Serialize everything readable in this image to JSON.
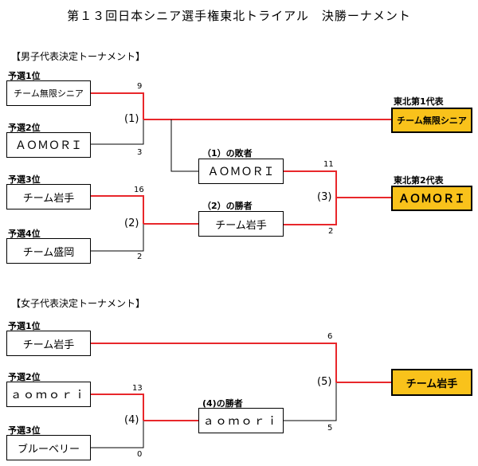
{
  "title": "第１３回日本シニア選手権東北トライアル　決勝ーナメント",
  "men": {
    "heading": "【男子代表決定トーナメント】",
    "seeds": {
      "s1": {
        "label": "予選1位",
        "team": "チーム無限シニア"
      },
      "s2": {
        "label": "予選2位",
        "team": "ＡＯＭＯＲＩ"
      },
      "s3": {
        "label": "予選3位",
        "team": "チーム岩手"
      },
      "s4": {
        "label": "予選4位",
        "team": "チーム盛岡"
      }
    },
    "match1": {
      "label": "(1)",
      "score_top": "9",
      "score_bottom": "3"
    },
    "match2": {
      "label": "(2)",
      "score_top": "16",
      "score_bottom": "2"
    },
    "match3": {
      "label": "(3)",
      "score_top": "11",
      "score_bottom": "2"
    },
    "loser1": {
      "label": "（1）の敗者",
      "team": "ＡＯＭＯＲＩ"
    },
    "winner2": {
      "label": "（2）の勝者",
      "team": "チーム岩手"
    },
    "rep1": {
      "label": "東北第1代表",
      "team": "チーム無限シニア"
    },
    "rep2": {
      "label": "東北第2代表",
      "team": "ＡＯＭＯＲＩ"
    }
  },
  "women": {
    "heading": "【女子代表決定トーナメント】",
    "seeds": {
      "s1": {
        "label": "予選1位",
        "team": "チーム岩手"
      },
      "s2": {
        "label": "予選2位",
        "team": "ａｏｍｏｒｉ"
      },
      "s3": {
        "label": "予選3位",
        "team": "ブルーベリー"
      }
    },
    "match4": {
      "label": "(4)",
      "score_top": "13",
      "score_bottom": "0"
    },
    "match5": {
      "label": "(5)",
      "score_top": "6",
      "score_bottom": "5"
    },
    "winner4": {
      "label": "(4)の勝者",
      "team": "ａｏｍｏｒｉ"
    },
    "rep": {
      "team": "チーム岩手"
    }
  },
  "colors": {
    "win_line": "#e8272b",
    "line": "#000000",
    "rep_fill": "#f9c21b"
  }
}
